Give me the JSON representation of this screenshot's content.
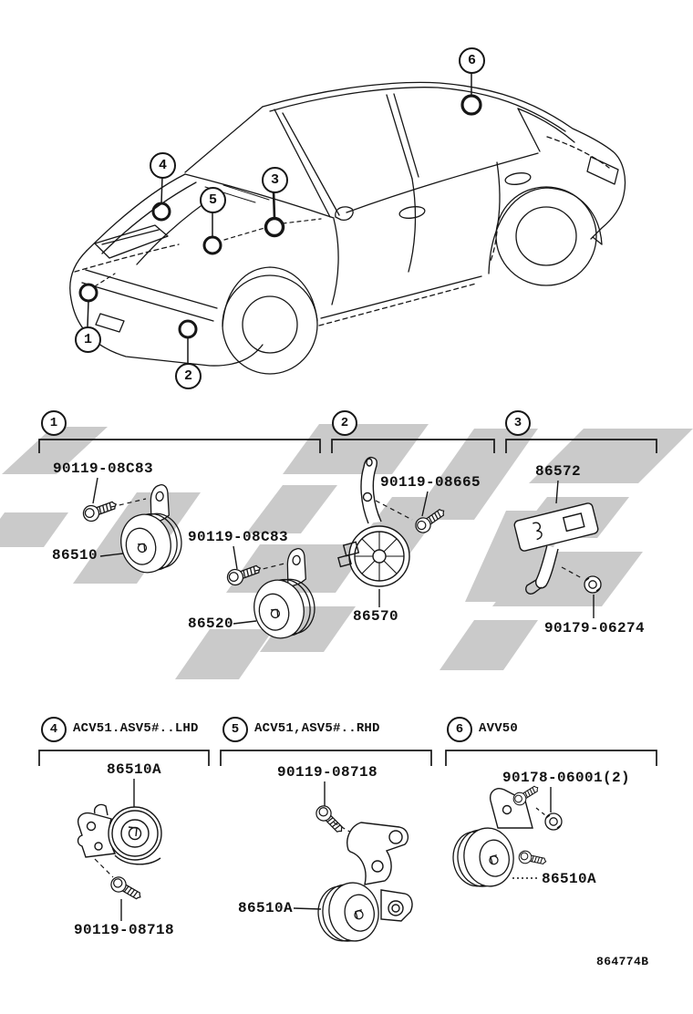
{
  "page": {
    "footer_code": "864774B"
  },
  "colors": {
    "line": "#161616",
    "watermark": "#cacaca"
  },
  "car": {
    "callouts": [
      "1",
      "2",
      "3",
      "4",
      "5",
      "6"
    ]
  },
  "row1": {
    "s1": {
      "num": "1",
      "bolt_top": "90119-08C83",
      "horn_top": "86510",
      "bolt_bottom": "90119-08C83",
      "horn_bottom": "86520"
    },
    "s2": {
      "num": "2",
      "bolt": "90119-08665",
      "horn": "86570"
    },
    "s3": {
      "num": "3",
      "horn": "86572",
      "nut": "90179-06274"
    }
  },
  "row2": {
    "s4": {
      "num": "4",
      "variant": "ACV51.ASV5#..LHD",
      "horn": "86510A",
      "bolt": "90119-08718"
    },
    "s5": {
      "num": "5",
      "variant": "ACV51,ASV5#..RHD",
      "bolt": "90119-08718",
      "horn": "86510A"
    },
    "s6": {
      "num": "6",
      "variant": "AVV50",
      "nut": "90178-06001(2)",
      "horn": "86510A"
    }
  }
}
